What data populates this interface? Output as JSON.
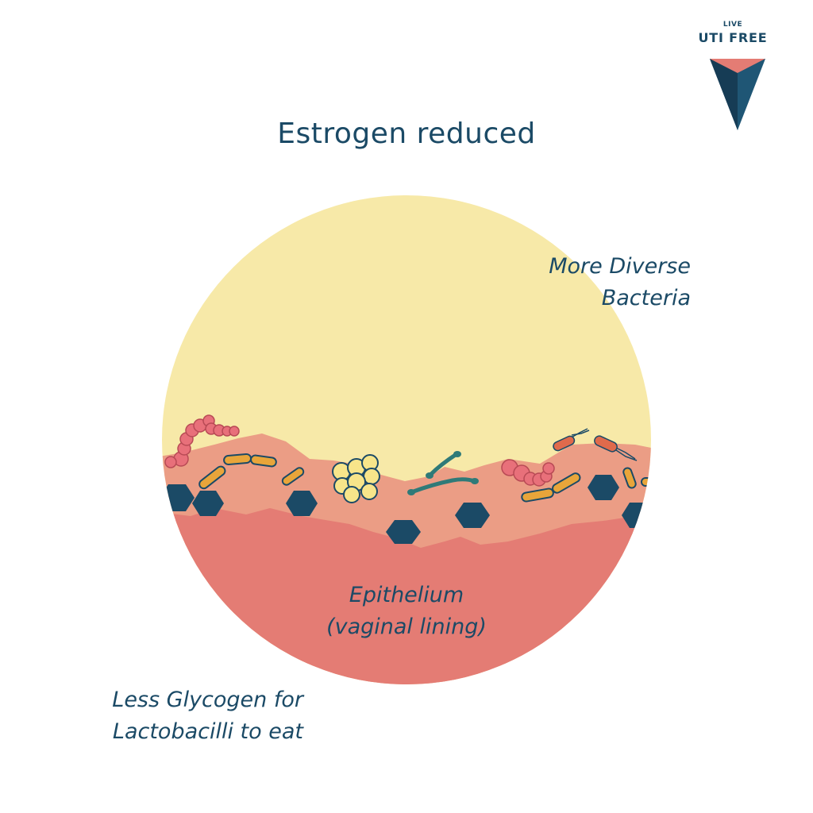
{
  "logo": {
    "top_word": "LIVE",
    "brand": "UTI FREE"
  },
  "title": "Estrogen reduced",
  "labels": {
    "diverse_line1": "More Diverse",
    "diverse_line2": "Bacteria",
    "epithelium_line1": "Epithelium",
    "epithelium_line2": "(vaginal lining)",
    "glycogen_line1": "Less Glycogen for",
    "glycogen_line2": "Lactobacilli to eat"
  },
  "colors": {
    "navy": "#1b4a66",
    "coral": "#e47c74",
    "cream": "#f7e9a8",
    "mid_pink": "#eb9d85",
    "orange_rod": "#e8a53a",
    "yellow_cocci": "#f7e58a",
    "teal": "#2f7a78"
  }
}
